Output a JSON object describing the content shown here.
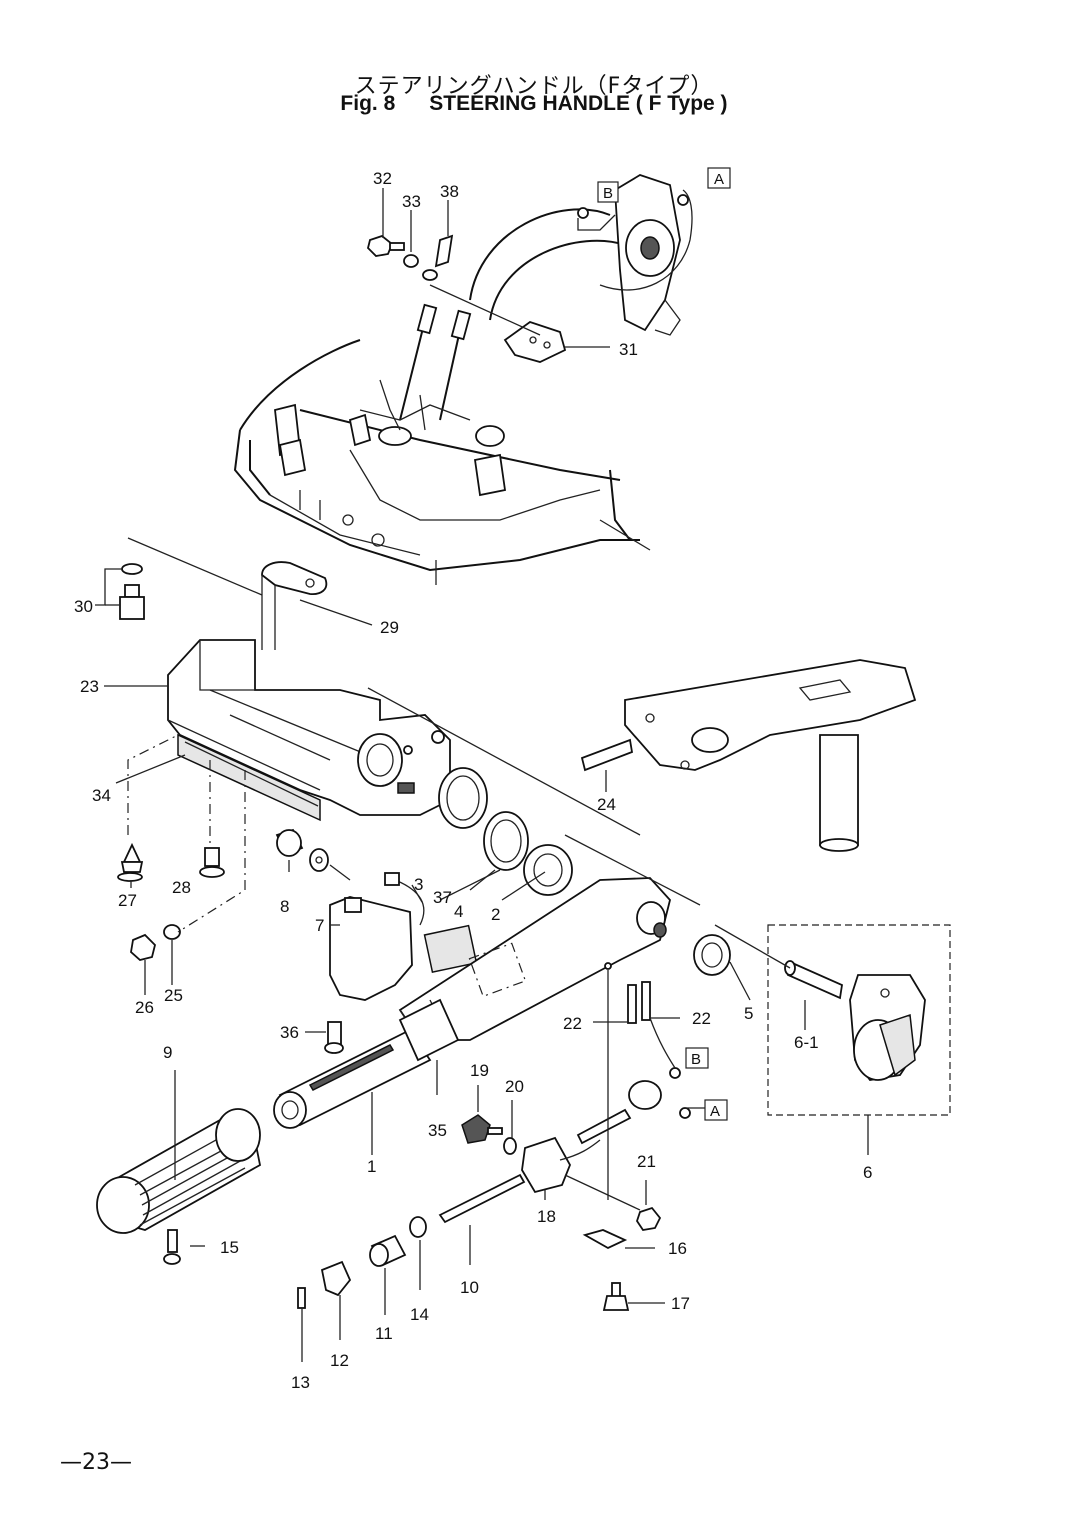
{
  "header": {
    "title_jp": "ステアリングハンドル（Fタイプ）",
    "fig_label": "Fig. 8",
    "title_en": "STEERING HANDLE ( F Type )"
  },
  "footer": {
    "page_number": "—23—"
  },
  "callouts": {
    "c1": "1",
    "c2": "2",
    "c3": "3",
    "c4": "4",
    "c5": "5",
    "c6": "6",
    "c6_1": "6-1",
    "c7": "7",
    "c8": "8",
    "c9": "9",
    "c10": "10",
    "c11": "11",
    "c12": "12",
    "c13": "13",
    "c14": "14",
    "c15": "15",
    "c16": "16",
    "c17": "17",
    "c18": "18",
    "c19": "19",
    "c20": "20",
    "c21": "21",
    "c22a": "22",
    "c22b": "22",
    "c23": "23",
    "c24": "24",
    "c25": "25",
    "c26": "26",
    "c27": "27",
    "c28": "28",
    "c29": "29",
    "c30": "30",
    "c31": "31",
    "c32": "32",
    "c33": "33",
    "c34": "34",
    "c35": "35",
    "c36": "36",
    "c37": "37",
    "c38": "38"
  },
  "reference_markers": {
    "a_top": "A",
    "b_top": "B",
    "a_bottom": "A",
    "b_bottom": "B"
  }
}
